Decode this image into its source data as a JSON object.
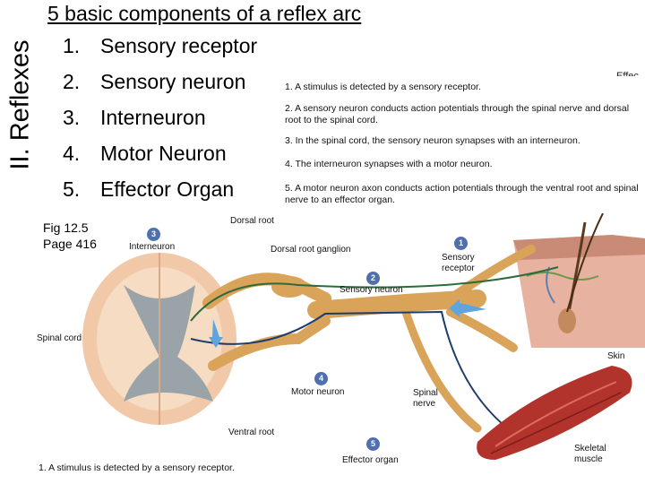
{
  "slide": {
    "side_title": "II. Reflexes",
    "heading": "5 basic components of a reflex arc",
    "components": [
      {
        "num": "1.",
        "label": "Sensory receptor"
      },
      {
        "num": "2.",
        "label": "Sensory neuron"
      },
      {
        "num": "3.",
        "label": "Interneuron"
      },
      {
        "num": "4.",
        "label": "Motor Neuron"
      },
      {
        "num": "5.",
        "label": "Effector Organ"
      }
    ]
  },
  "legend": {
    "items": [
      "1. A stimulus is detected by a sensory receptor.",
      "2. A sensory neuron conducts action potentials through the spinal nerve and dorsal root to the spinal cord.",
      "3. In the spinal cord, the sensory neuron synapses with an interneuron.",
      "4. The interneuron synapses with a motor neuron.",
      "5. A motor neuron axon conducts action potentials through the ventral root and spinal nerve to an effector organ."
    ],
    "cut_label": "Effec"
  },
  "figure": {
    "caption_line1": "Fig 12.5",
    "caption_line2": "Page 416",
    "labels": {
      "dorsal_root": "Dorsal root",
      "interneuron": "Interneuron",
      "dorsal_root_ganglion": "Dorsal root ganglion",
      "sensory_receptor_1": "Sensory",
      "sensory_receptor_2": "receptor",
      "sensory_neuron": "Sensory neuron",
      "spinal_cord": "Spinal cord",
      "skin": "Skin",
      "motor_neuron": "Motor neuron",
      "spinal_nerve_1": "Spinal",
      "spinal_nerve_2": "nerve",
      "ventral_root": "Ventral root",
      "effector_organ": "Effector organ",
      "skeletal_muscle_1": "Skeletal",
      "skeletal_muscle_2": "muscle"
    },
    "badges": [
      "1",
      "2",
      "3",
      "4",
      "5"
    ],
    "bottom_caption": "1. A stimulus is detected by a sensory receptor."
  },
  "colors": {
    "badge": "#4f6fae",
    "nerve": "#d9a35a",
    "cord": "#f2c9a8",
    "muscle": "#b2322c",
    "skin": "#e8b2a0",
    "arrow": "#5fa4dc"
  }
}
